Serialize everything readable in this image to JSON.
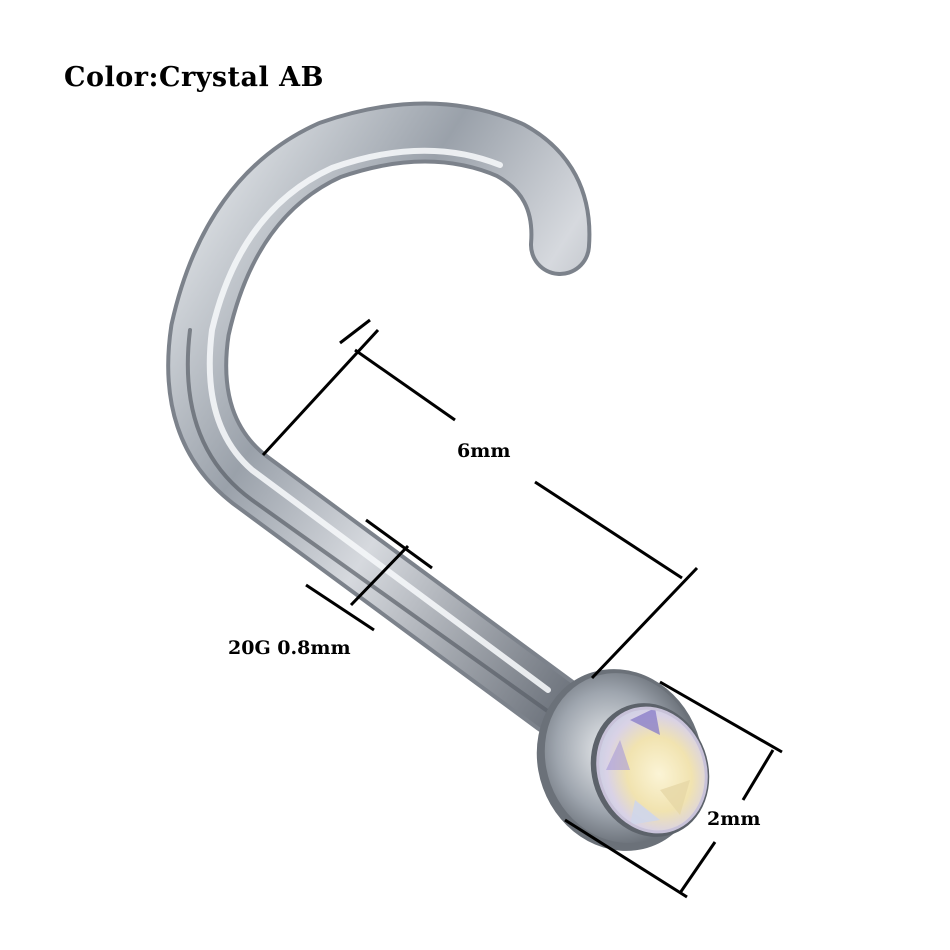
{
  "product": {
    "color_label": "Color:Crystal AB",
    "item_icon": "nose-screw-stud-icon",
    "gem_icon": "crystal-gem-icon"
  },
  "dimensions": {
    "post_length": "6mm",
    "gauge": "20G 0.8mm",
    "gem_diameter": "2mm"
  },
  "colors": {
    "background": "#ffffff",
    "text": "#000000",
    "metal": "#b9bec6",
    "gem": "#f6ecc4"
  }
}
